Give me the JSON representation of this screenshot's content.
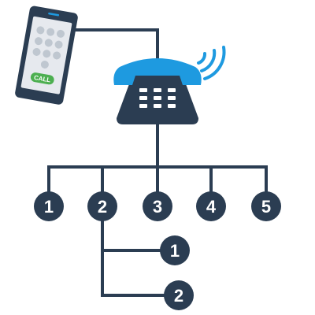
{
  "colors": {
    "navy": "#2b3d52",
    "blue": "#1e9ae0",
    "green": "#4caf50",
    "key_gray": "#bfc7d0",
    "screen": "#e6e9ee",
    "white": "#ffffff"
  },
  "phone": {
    "call_label": "CALL",
    "icon": "mobile-phone-icon"
  },
  "desk_phone": {
    "icon": "desk-phone-icon",
    "signal_icon": "wifi-signal-icon"
  },
  "menu_options": [
    {
      "label": "1"
    },
    {
      "label": "2"
    },
    {
      "label": "3"
    },
    {
      "label": "4"
    },
    {
      "label": "5"
    }
  ],
  "sub_options": [
    {
      "label": "1"
    },
    {
      "label": "2"
    }
  ]
}
